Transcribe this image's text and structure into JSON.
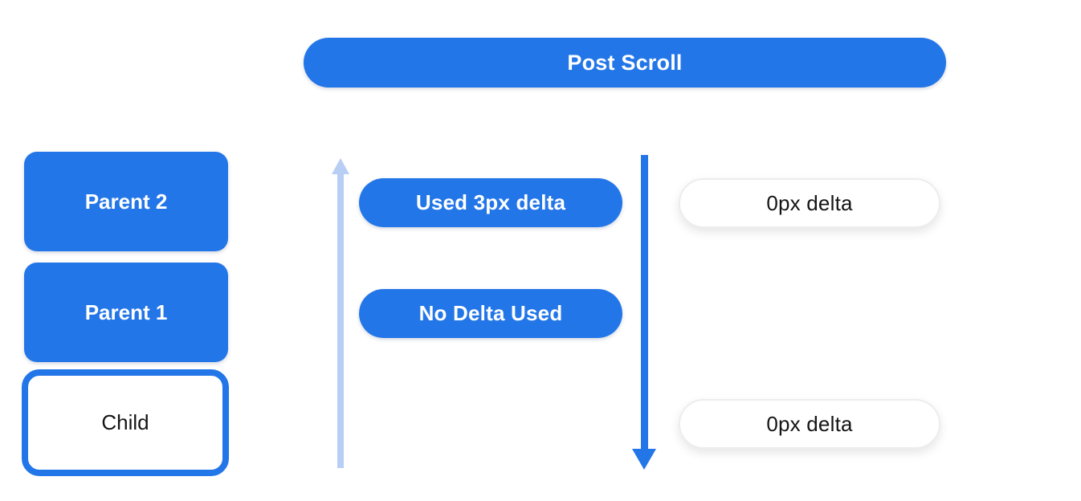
{
  "title": "Post Scroll nested scrolling diagram",
  "colors": {
    "primary_blue": "#2376e8",
    "light_blue": "#b8cef5",
    "text_on_blue": "#ffffff",
    "text_dark": "#141414",
    "pill_white": "#ffffff",
    "pill_border": "#ededed",
    "background": "#ffffff"
  },
  "header": {
    "label": "Post Scroll"
  },
  "left_column": {
    "boxes": [
      {
        "label": "Parent 2",
        "style": "filled"
      },
      {
        "label": "Parent 1",
        "style": "filled"
      },
      {
        "label": "Child",
        "style": "outlined"
      }
    ]
  },
  "middle_column": {
    "up_arrow": "light-blue-arrow-up",
    "down_arrow": "blue-arrow-down",
    "pills": [
      {
        "label": "Used 3px delta"
      },
      {
        "label": "No Delta Used"
      }
    ]
  },
  "right_column": {
    "pills": [
      {
        "label": "0px delta"
      },
      {
        "label": "0px delta"
      }
    ]
  }
}
